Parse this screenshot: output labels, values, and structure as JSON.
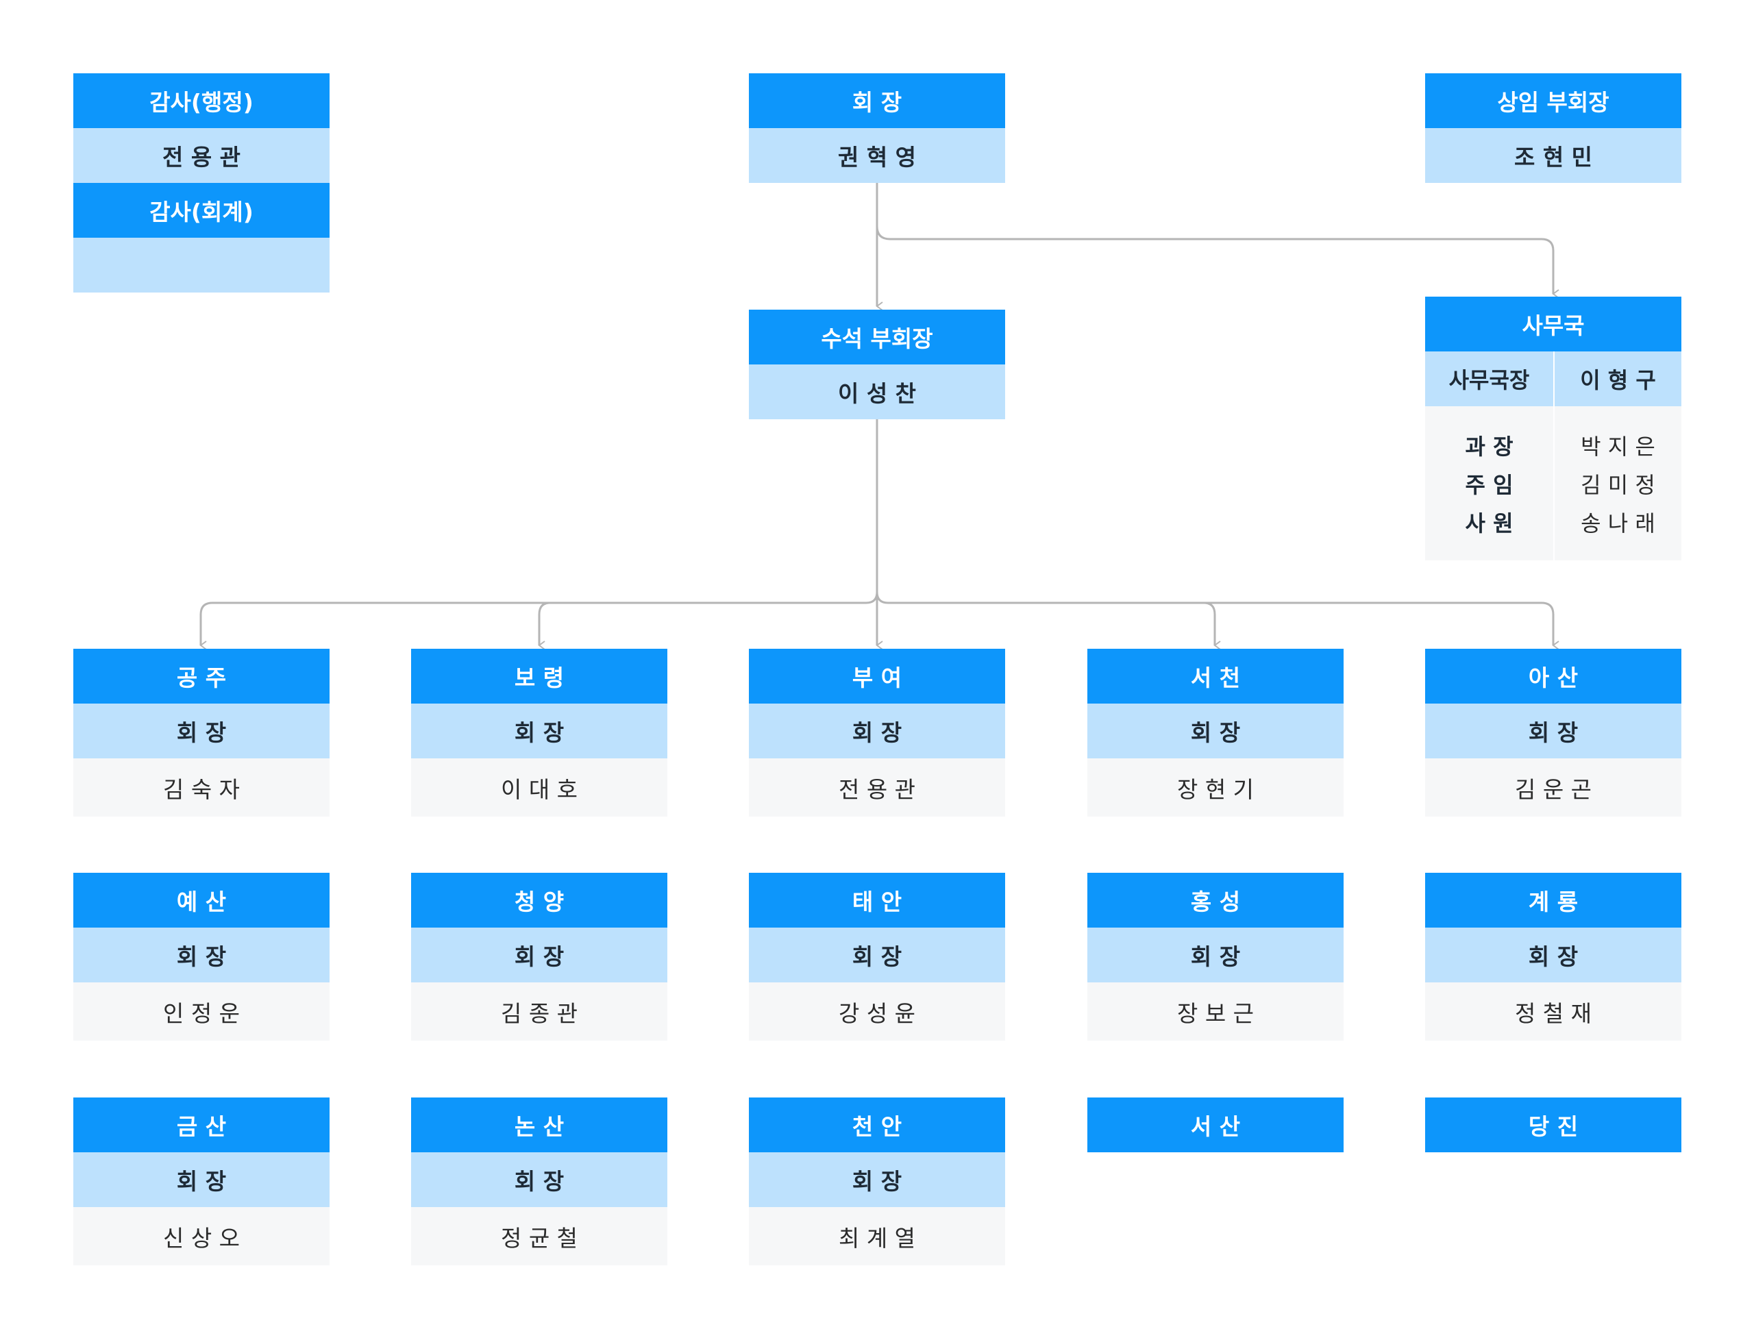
{
  "chairman": {
    "title": "회 장",
    "name": "권 혁 영"
  },
  "audit_admin": {
    "title": "감사(행정)",
    "name": "전 용 관"
  },
  "audit_accounting": {
    "title": "감사(회계)",
    "name": ""
  },
  "standing_vice": {
    "title": "상임 부회장",
    "name": "조 현 민"
  },
  "senior_vice": {
    "title": "수석 부회장",
    "name": "이 성 찬"
  },
  "secretariat": {
    "title": "사무국",
    "head_label": "사무국장",
    "head_name": "이 형 구",
    "staff": [
      {
        "role": "과  장",
        "name": "박 지 은"
      },
      {
        "role": "주  임",
        "name": "김 미 정"
      },
      {
        "role": "사  원",
        "name": "송 나 래"
      }
    ]
  },
  "branches": [
    {
      "region": "공  주",
      "role": "회  장",
      "name": "김 숙 자"
    },
    {
      "region": "보  령",
      "role": "회  장",
      "name": "이 대 호"
    },
    {
      "region": "부  여",
      "role": "회  장",
      "name": "전 용 관"
    },
    {
      "region": "서  천",
      "role": "회  장",
      "name": "장 현 기"
    },
    {
      "region": "아  산",
      "role": "회  장",
      "name": "김 운 곤"
    },
    {
      "region": "예  산",
      "role": "회  장",
      "name": "인 정 운"
    },
    {
      "region": "청  양",
      "role": "회  장",
      "name": "김 종 관"
    },
    {
      "region": "태  안",
      "role": "회  장",
      "name": "강 성 윤"
    },
    {
      "region": "홍  성",
      "role": "회  장",
      "name": "장 보 근"
    },
    {
      "region": "계  룡",
      "role": "회  장",
      "name": "정 철 재"
    },
    {
      "region": "금  산",
      "role": "회  장",
      "name": "신 상 오"
    },
    {
      "region": "논  산",
      "role": "회  장",
      "name": "정 균 철"
    },
    {
      "region": "천  안",
      "role": "회  장",
      "name": "최 계 열"
    },
    {
      "region": "서  산"
    },
    {
      "region": "당  진"
    }
  ]
}
